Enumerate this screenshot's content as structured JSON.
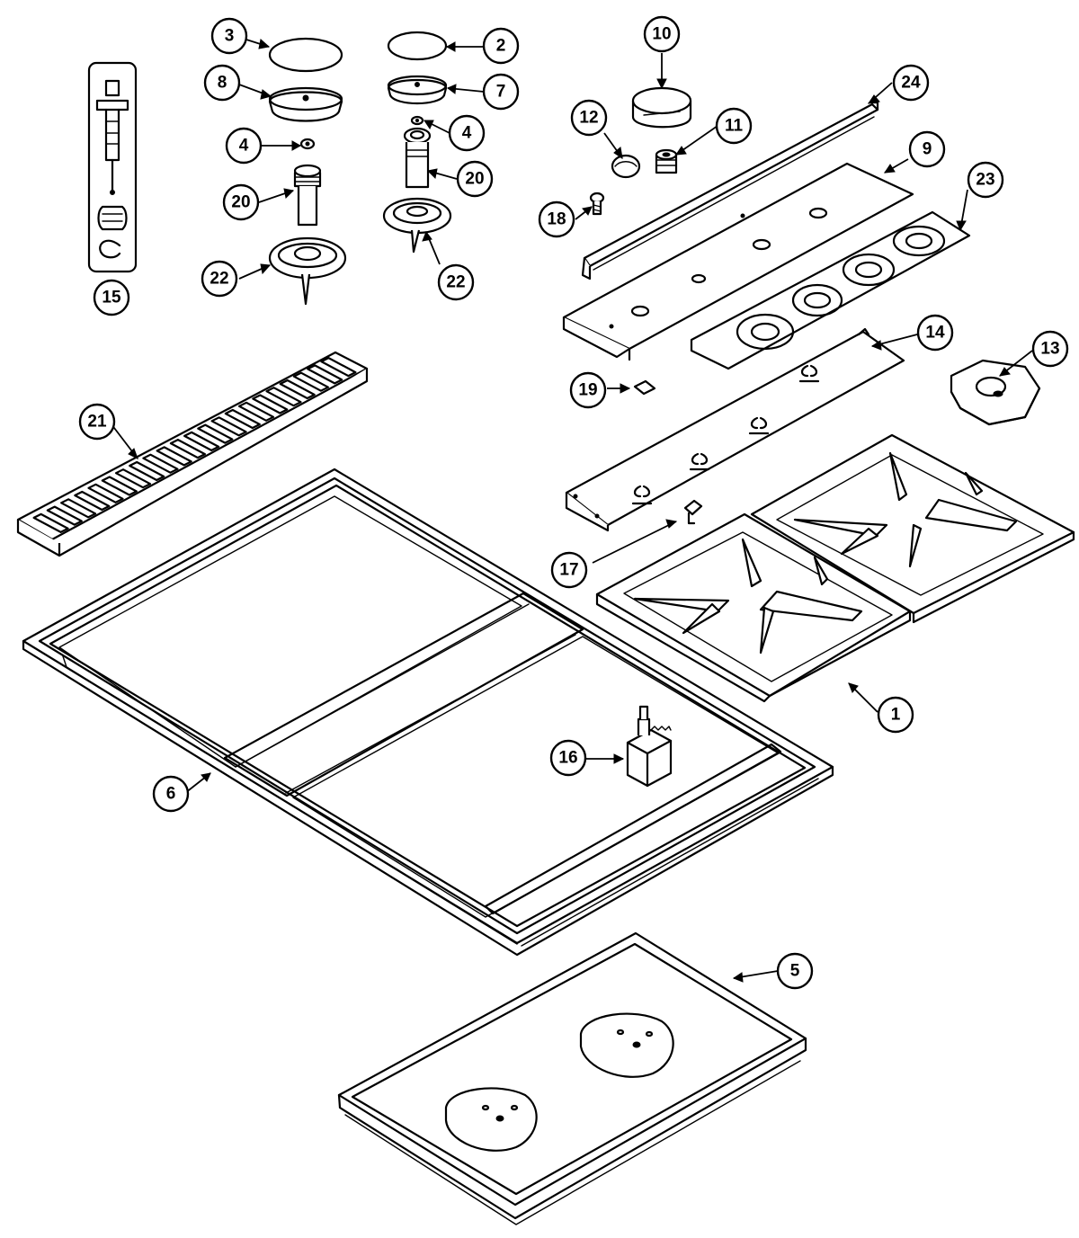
{
  "diagram": {
    "callouts": [
      {
        "id": "c1",
        "label": "1"
      },
      {
        "id": "c2",
        "label": "2"
      },
      {
        "id": "c3",
        "label": "3"
      },
      {
        "id": "c4a",
        "label": "4"
      },
      {
        "id": "c4b",
        "label": "4"
      },
      {
        "id": "c5",
        "label": "5"
      },
      {
        "id": "c6",
        "label": "6"
      },
      {
        "id": "c7",
        "label": "7"
      },
      {
        "id": "c8",
        "label": "8"
      },
      {
        "id": "c9",
        "label": "9"
      },
      {
        "id": "c10",
        "label": "10"
      },
      {
        "id": "c11",
        "label": "11"
      },
      {
        "id": "c12",
        "label": "12"
      },
      {
        "id": "c13",
        "label": "13"
      },
      {
        "id": "c14",
        "label": "14"
      },
      {
        "id": "c15",
        "label": "15"
      },
      {
        "id": "c16",
        "label": "16"
      },
      {
        "id": "c17",
        "label": "17"
      },
      {
        "id": "c18",
        "label": "18"
      },
      {
        "id": "c19",
        "label": "19"
      },
      {
        "id": "c20a",
        "label": "20"
      },
      {
        "id": "c20b",
        "label": "20"
      },
      {
        "id": "c21",
        "label": "21"
      },
      {
        "id": "c22a",
        "label": "22"
      },
      {
        "id": "c22b",
        "label": "22"
      },
      {
        "id": "c23",
        "label": "23"
      },
      {
        "id": "c24",
        "label": "24"
      }
    ]
  }
}
